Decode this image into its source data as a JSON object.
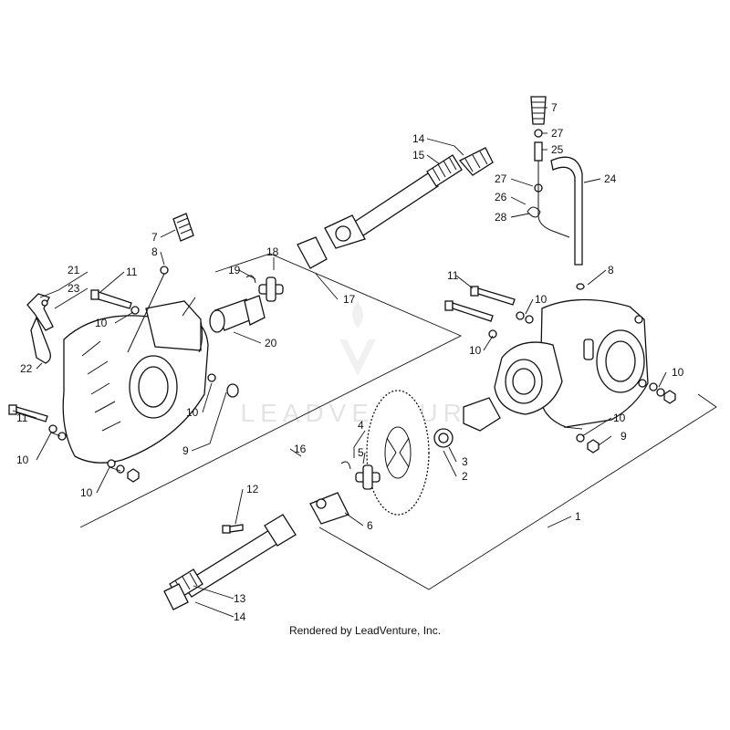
{
  "watermark": {
    "text": "LEADVENTURE"
  },
  "footer": {
    "credit": "Rendered by LeadVenture, Inc."
  },
  "callouts": {
    "c7a": "7",
    "c27a": "27",
    "c25": "25",
    "c14a": "14",
    "c15": "15",
    "c27b": "27",
    "c24": "24",
    "c26": "26",
    "c28": "28",
    "c7b": "7",
    "c8a": "8",
    "c18": "18",
    "c21": "21",
    "c11a": "11",
    "c19": "19",
    "c23": "23",
    "c17": "17",
    "c11b": "11",
    "c8b": "8",
    "c10a": "10",
    "c10b": "10",
    "c20": "20",
    "c10c": "10",
    "c22": "22",
    "c10d": "10",
    "c10e": "10",
    "c10f": "10",
    "c4": "4",
    "c9a": "9",
    "c11c": "11",
    "c10g": "10",
    "c5": "5",
    "c3": "3",
    "c16": "16",
    "c9b": "9",
    "c2": "2",
    "c10h": "10",
    "c12": "12",
    "c6": "6",
    "c1": "1",
    "c13": "13",
    "c14b": "14"
  }
}
